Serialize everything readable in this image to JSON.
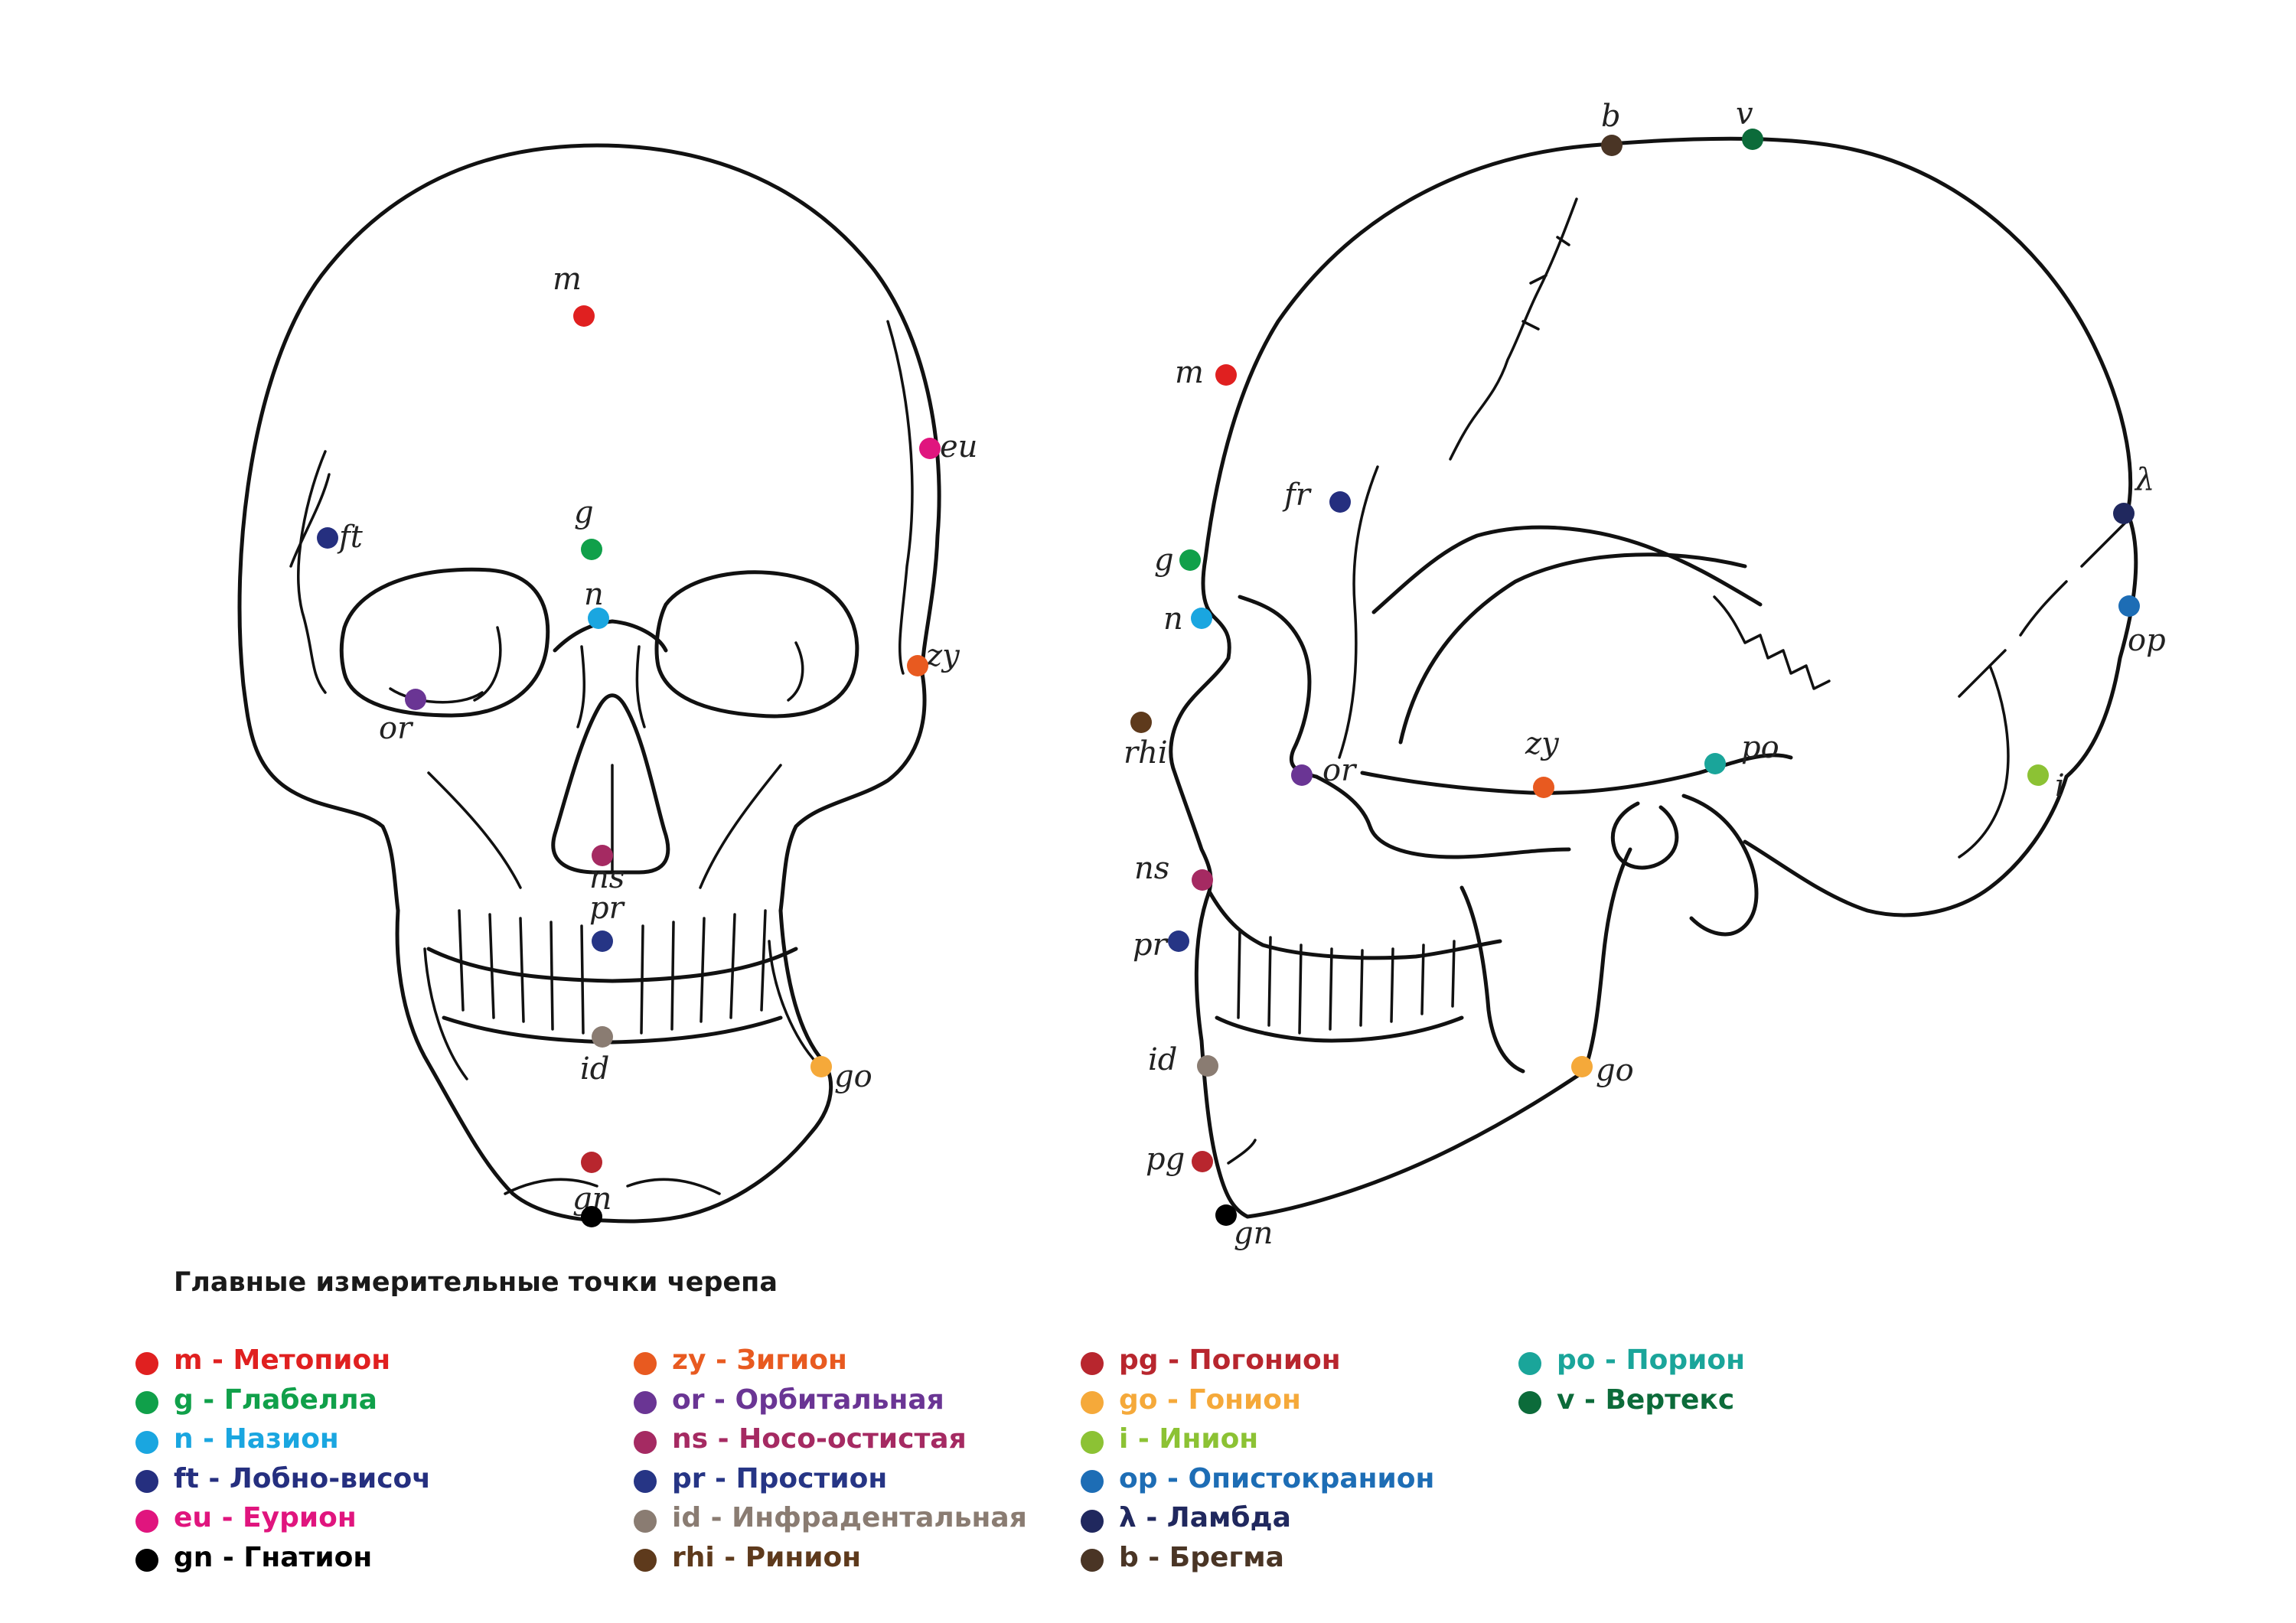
{
  "legend_title": "Главные измерительные точки черепа",
  "legend_columns": [
    [
      {
        "text": "m - Метопион",
        "color": "#e02020"
      },
      {
        "text": "g - Глабелла",
        "color": "#10a04a"
      },
      {
        "text": "n - Назион",
        "color": "#1aa6e0"
      },
      {
        "text": "ft - Лобно-височ",
        "color": "#252f7f"
      },
      {
        "text": "eu - Еурион",
        "color": "#e0157e"
      },
      {
        "text": "gn - Гнатион",
        "color": "#000000"
      }
    ],
    [
      {
        "text": "zy - Зигион",
        "color": "#e85a20"
      },
      {
        "text": "or -  Орбитальная",
        "color": "#6a3594"
      },
      {
        "text": "ns - Носо-остистая",
        "color": "#a52a62"
      },
      {
        "text": "pr - Простион",
        "color": "#263585"
      },
      {
        "text": "id - Инфрадентальная",
        "color": "#8a7c72"
      },
      {
        "text": "rhi - Ринион",
        "color": "#5e3a1c"
      }
    ],
    [
      {
        "text": "pg  - Погонион",
        "color": "#b8262e"
      },
      {
        "text": " go - Гонион",
        "color": "#f5a93a"
      },
      {
        "text": "i - Инион",
        "color": "#8cc234"
      },
      {
        "text": "op - Опистокранион",
        "color": "#1d6db5"
      },
      {
        "text": " λ - Ламбда",
        "color": "#20285e"
      },
      {
        "text": " b -  Брегма",
        "color": "#4a3525"
      }
    ],
    [
      {
        "text": " po - Порион",
        "color": "#1aa59a"
      },
      {
        "text": " v - Вертекс",
        "color": "#0c6b3a"
      }
    ]
  ],
  "front_labels": [
    "m",
    "g",
    "n",
    "ft",
    "eu",
    "zy",
    "or",
    "ns",
    "pr",
    "id",
    "go",
    "gn"
  ],
  "side_labels": [
    "b",
    "v",
    "m",
    "fr",
    "g",
    "n",
    "rhi",
    "or",
    "zy",
    "po",
    "ns",
    "pr",
    "id",
    "pg",
    "gn",
    "go",
    "λ",
    "op",
    "i"
  ],
  "colors": {
    "m": "#e02020",
    "g": "#10a04a",
    "n": "#1aa6e0",
    "ft": "#252f7f",
    "eu": "#e0157e",
    "gn": "#000000",
    "zy": "#e85a20",
    "or": "#6a3594",
    "ns": "#a52a62",
    "pr": "#263585",
    "id": "#8a7c72",
    "rhi": "#5e3a1c",
    "pg": "#b8262e",
    "go": "#f5a93a",
    "i": "#8cc234",
    "op": "#1d6db5",
    "lambda": "#20285e",
    "b": "#4a3525",
    "po": "#1aa59a",
    "v": "#0c6b3a"
  }
}
